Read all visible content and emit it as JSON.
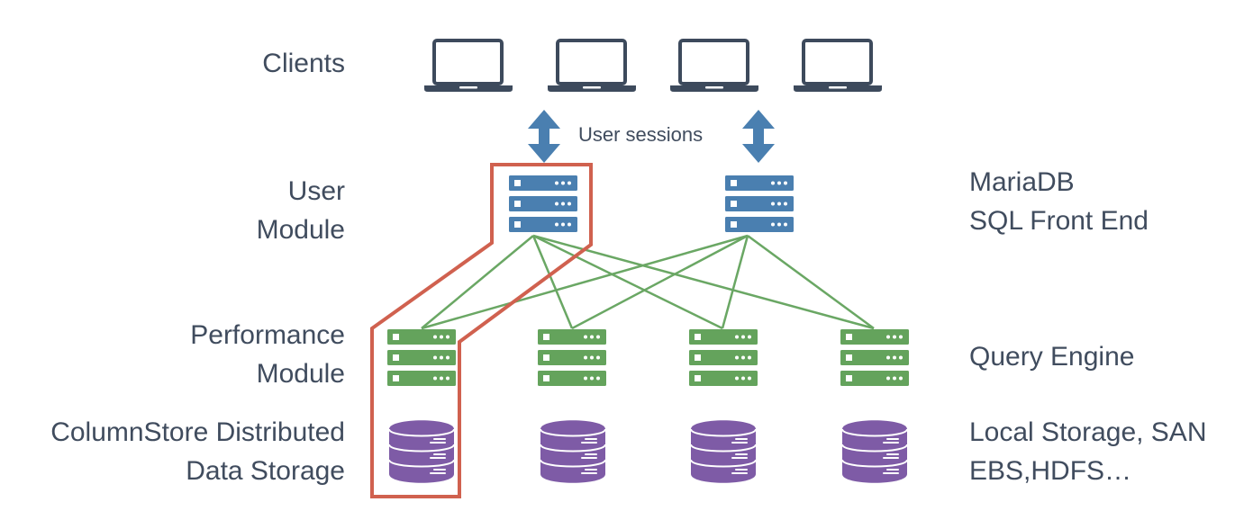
{
  "labels": {
    "clients": "Clients",
    "user_module_1": "User",
    "user_module_2": "Module",
    "performance_module_1": "Performance",
    "performance_module_2": "Module",
    "storage_1": "ColumnStore Distributed",
    "storage_2": "Data Storage",
    "user_sessions": "User sessions",
    "mariadb_1": "MariaDB",
    "mariadb_2": "SQL Front End",
    "query_engine": "Query Engine",
    "local_storage_1": "Local Storage, SAN",
    "local_storage_2": "EBS,HDFS…"
  },
  "nodes": {
    "clients": [
      "laptop",
      "laptop",
      "laptop",
      "laptop"
    ],
    "user_modules": [
      "server",
      "server"
    ],
    "performance_modules": [
      "server",
      "server",
      "server",
      "server"
    ],
    "storage": [
      "database",
      "database",
      "database",
      "database"
    ]
  },
  "colors": {
    "text": "#404c5e",
    "laptop": "#3d4a5c",
    "arrow": "#4a7fb0",
    "user_server": "#4a7fb0",
    "perf_server": "#64a35c",
    "database": "#7e5ba6",
    "connection": "#6aa764",
    "highlight": "#d0614f"
  }
}
